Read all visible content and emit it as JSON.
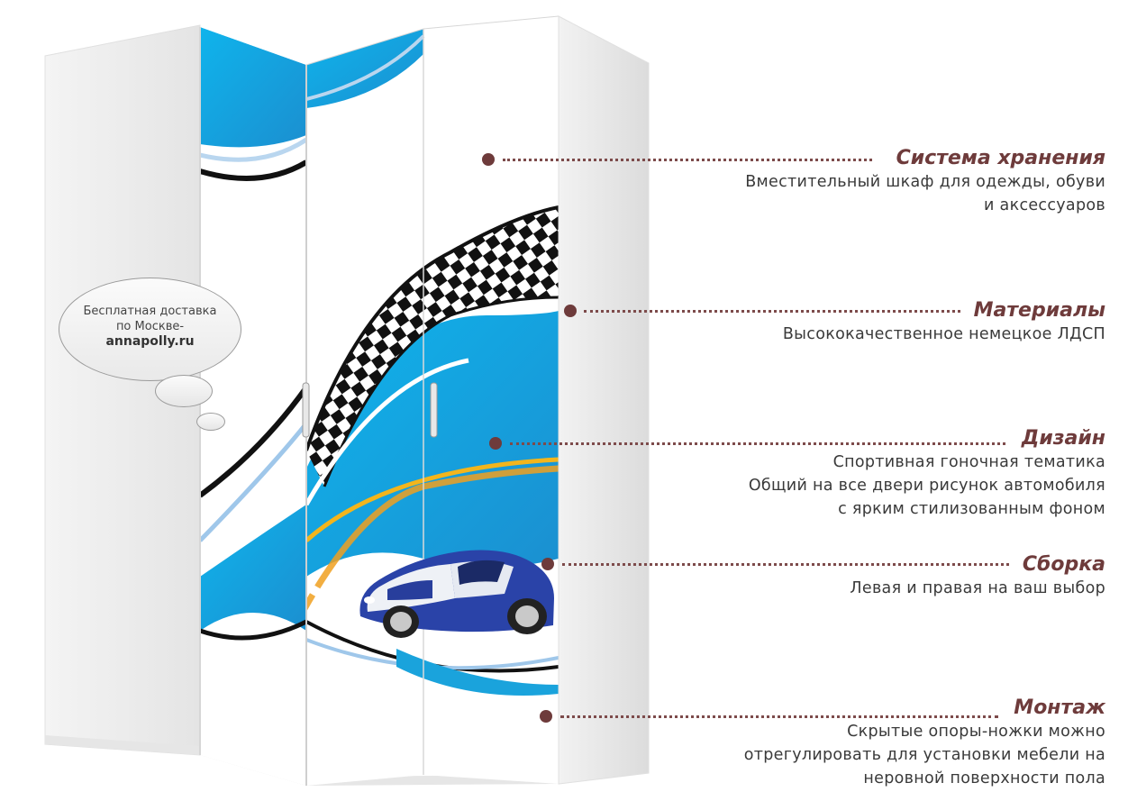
{
  "bubble": {
    "line1": "Бесплатная доставка",
    "line2": "по Москве-",
    "site": "annapolly.ru"
  },
  "features": [
    {
      "title": "Система хранения",
      "lines": [
        "Вместительный шкаф для одежды, обуви",
        "и аксессуаров"
      ]
    },
    {
      "title": "Материалы",
      "lines": [
        "Высококачественное немецкое ЛДСП"
      ]
    },
    {
      "title": "Дизайн",
      "lines": [
        "Спортивная гоночная тематика",
        "Общий на все двери рисунок автомобиля",
        "с ярким стилизованным фоном"
      ]
    },
    {
      "title": "Сборка",
      "lines": [
        "Левая и правая на ваш выбор"
      ]
    },
    {
      "title": "Монтаж",
      "lines": [
        "Скрытые опоры-ножки можно",
        "отрегулировать для установки мебели на",
        "неровной поверхности пола"
      ]
    }
  ],
  "colors": {
    "accent": "#6e3b3b",
    "text": "#3a3a3a",
    "sky_blue": "#1aa3dc",
    "car_blue": "#2a43a8"
  }
}
